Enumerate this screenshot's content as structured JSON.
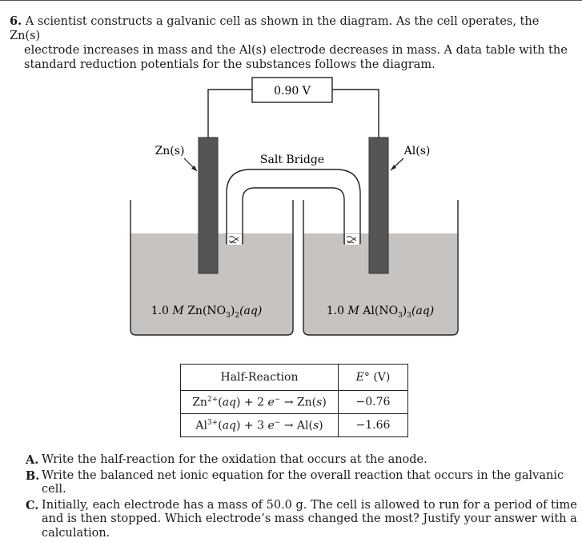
{
  "question": {
    "number": "6.",
    "lines": [
      "A scientist constructs a galvanic cell as shown in the diagram. As the cell operates, the Zn(s)",
      "electrode increases in mass and the Al(s) electrode decreases in mass. A data table with the",
      "standard reduction potentials for the substances follows the diagram."
    ]
  },
  "diagram": {
    "voltmeter": "0.90 V",
    "left_electrode": "Zn(s)",
    "right_electrode": "Al(s)",
    "salt_bridge": "Salt Bridge",
    "left_solution": "1.0 M Zn(NO3)2(aq)",
    "right_solution": "1.0 M Al(NO3)3(aq)",
    "colors": {
      "solution": "#c6c3c1",
      "electrode": "#555555"
    }
  },
  "table": {
    "header_reaction": "Half-Reaction",
    "header_potential": "E° (V)",
    "rows": [
      {
        "reaction": "Zn2+(aq) + 2 e− → Zn(s)",
        "potential": "−0.76"
      },
      {
        "reaction": "Al3+(aq) + 3 e− → Al(s)",
        "potential": "−1.66"
      }
    ]
  },
  "parts": [
    {
      "label": "A.",
      "text": "Write the half-reaction for the oxidation that occurs at the anode."
    },
    {
      "label": "B.",
      "text": "Write the balanced net ionic equation for the overall reaction that occurs in the galvanic cell."
    },
    {
      "label": "C.",
      "text": "Initially, each electrode has a mass of 50.0 g. The cell is allowed to run for a period of time and is then stopped. Which electrode’s mass changed the most? Justify your answer with a calculation."
    }
  ]
}
